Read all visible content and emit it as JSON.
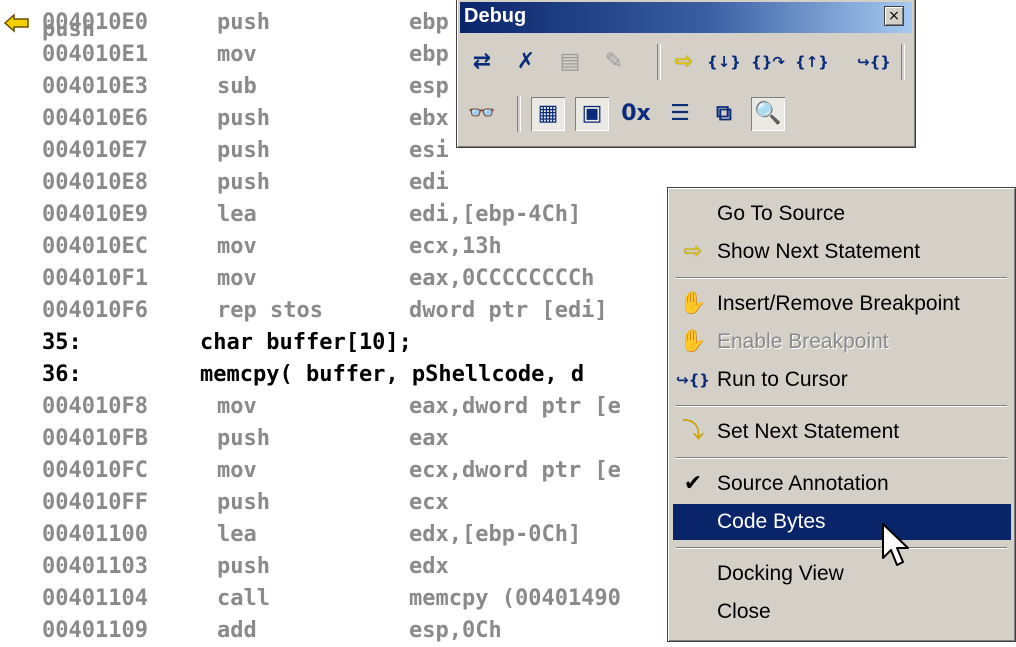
{
  "disassembly": {
    "top_line": "push",
    "lines": [
      {
        "type": "asm",
        "addr": "004010E0",
        "op": "push",
        "arg": "ebp"
      },
      {
        "type": "asm",
        "addr": "004010E1",
        "op": "mov",
        "arg": "ebp"
      },
      {
        "type": "asm",
        "addr": "004010E3",
        "op": "sub",
        "arg": "esp"
      },
      {
        "type": "asm",
        "addr": "004010E6",
        "op": "push",
        "arg": "ebx"
      },
      {
        "type": "asm",
        "addr": "004010E7",
        "op": "push",
        "arg": "esi"
      },
      {
        "type": "asm",
        "addr": "004010E8",
        "op": "push",
        "arg": "edi"
      },
      {
        "type": "asm",
        "addr": "004010E9",
        "op": "lea",
        "arg": "edi,[ebp-4Ch]"
      },
      {
        "type": "asm",
        "addr": "004010EC",
        "op": "mov",
        "arg": "ecx,13h"
      },
      {
        "type": "asm",
        "addr": "004010F1",
        "op": "mov",
        "arg": "eax,0CCCCCCCCh"
      },
      {
        "type": "asm",
        "addr": "004010F6",
        "op": "rep stos",
        "arg": "dword ptr [edi]"
      },
      {
        "type": "src",
        "line": "35:",
        "code": "char buffer[10];"
      },
      {
        "type": "src",
        "line": "36:",
        "code": "memcpy( buffer, pShellcode, d"
      },
      {
        "type": "asm",
        "addr": "004010F8",
        "op": "mov",
        "arg": "eax,dword ptr [e"
      },
      {
        "type": "asm",
        "addr": "004010FB",
        "op": "push",
        "arg": "eax"
      },
      {
        "type": "asm",
        "addr": "004010FC",
        "op": "mov",
        "arg": "ecx,dword ptr [e"
      },
      {
        "type": "asm",
        "addr": "004010FF",
        "op": "push",
        "arg": "ecx"
      },
      {
        "type": "asm",
        "addr": "00401100",
        "op": "lea",
        "arg": "edx,[ebp-0Ch]"
      },
      {
        "type": "asm",
        "addr": "00401103",
        "op": "push",
        "arg": "edx"
      },
      {
        "type": "asm",
        "addr": "00401104",
        "op": "call",
        "arg": "memcpy (00401490"
      },
      {
        "type": "asm",
        "addr": "00401109",
        "op": "add",
        "arg": "esp,0Ch"
      }
    ],
    "current_ip_index": 0,
    "colors": {
      "asm": "#8a8a8a",
      "src": "#000000",
      "ip_arrow": "#f5d000"
    }
  },
  "toolbar": {
    "title": "Debug",
    "close_glyph": "×",
    "row1": [
      {
        "name": "restart-icon",
        "glyph": "⇄",
        "style": "navy"
      },
      {
        "name": "stop-debugging-icon",
        "glyph": "✗",
        "style": "navy"
      },
      {
        "name": "break-execution-icon",
        "glyph": "▤",
        "style": "gray"
      },
      {
        "name": "apply-code-changes-icon",
        "glyph": "✎",
        "style": "gray"
      },
      {
        "name": "show-next-statement-icon",
        "glyph": "⇨",
        "style": "yellow"
      },
      {
        "name": "step-into-icon",
        "glyph": "{↓}",
        "style": "navy"
      },
      {
        "name": "step-over-icon",
        "glyph": "{}↷",
        "style": "navy"
      },
      {
        "name": "step-out-icon",
        "glyph": "{↑}",
        "style": "navy"
      },
      {
        "name": "run-to-cursor-icon",
        "glyph": "↪{}",
        "style": "navy"
      }
    ],
    "row2": [
      {
        "name": "quickwatch-icon",
        "glyph": "👓",
        "style": "navy",
        "pressed": false
      },
      {
        "name": "watch-window-icon",
        "glyph": "▦",
        "style": "navy",
        "pressed": true
      },
      {
        "name": "variables-window-icon",
        "glyph": "▣",
        "style": "navy",
        "pressed": true
      },
      {
        "name": "registers-window-icon",
        "glyph": "0x",
        "style": "navy",
        "pressed": false
      },
      {
        "name": "memory-window-icon",
        "glyph": "☰",
        "style": "navy",
        "pressed": false
      },
      {
        "name": "call-stack-window-icon",
        "glyph": "⧉",
        "style": "navy",
        "pressed": false
      },
      {
        "name": "disassembly-window-icon",
        "glyph": "🔍",
        "style": "navy",
        "pressed": true
      }
    ]
  },
  "context_menu": {
    "items": [
      {
        "label": "Go To Source",
        "icon": "",
        "icon_name": "",
        "enabled": true,
        "highlight": false
      },
      {
        "label": "Show Next Statement",
        "icon": "⇨",
        "icon_name": "next-statement-arrow-icon",
        "enabled": true,
        "highlight": false
      },
      {
        "sep": true
      },
      {
        "label": "Insert/Remove Breakpoint",
        "icon": "✋",
        "icon_name": "hand-icon",
        "enabled": true,
        "highlight": false
      },
      {
        "label": "Enable Breakpoint",
        "icon": "✋",
        "icon_name": "hand-disabled-icon",
        "enabled": false,
        "highlight": false
      },
      {
        "label": "Run to Cursor",
        "icon": "↪{}",
        "icon_name": "run-to-cursor-icon",
        "enabled": true,
        "highlight": false
      },
      {
        "sep": true
      },
      {
        "label": "Set Next Statement",
        "icon": "⤵",
        "icon_name": "set-next-statement-icon",
        "enabled": true,
        "highlight": false
      },
      {
        "sep": true
      },
      {
        "label": "Source Annotation",
        "icon": "✔",
        "icon_name": "checkmark-icon",
        "enabled": true,
        "highlight": false
      },
      {
        "label": "Code Bytes",
        "icon": "",
        "icon_name": "",
        "enabled": true,
        "highlight": true
      },
      {
        "sep": true
      },
      {
        "label": "Docking View",
        "icon": "",
        "icon_name": "",
        "enabled": true,
        "highlight": false
      },
      {
        "label": "Close",
        "icon": "",
        "icon_name": "",
        "enabled": true,
        "highlight": false
      }
    ],
    "colors": {
      "highlight": "#0a246a",
      "face": "#d4d0c8"
    }
  }
}
